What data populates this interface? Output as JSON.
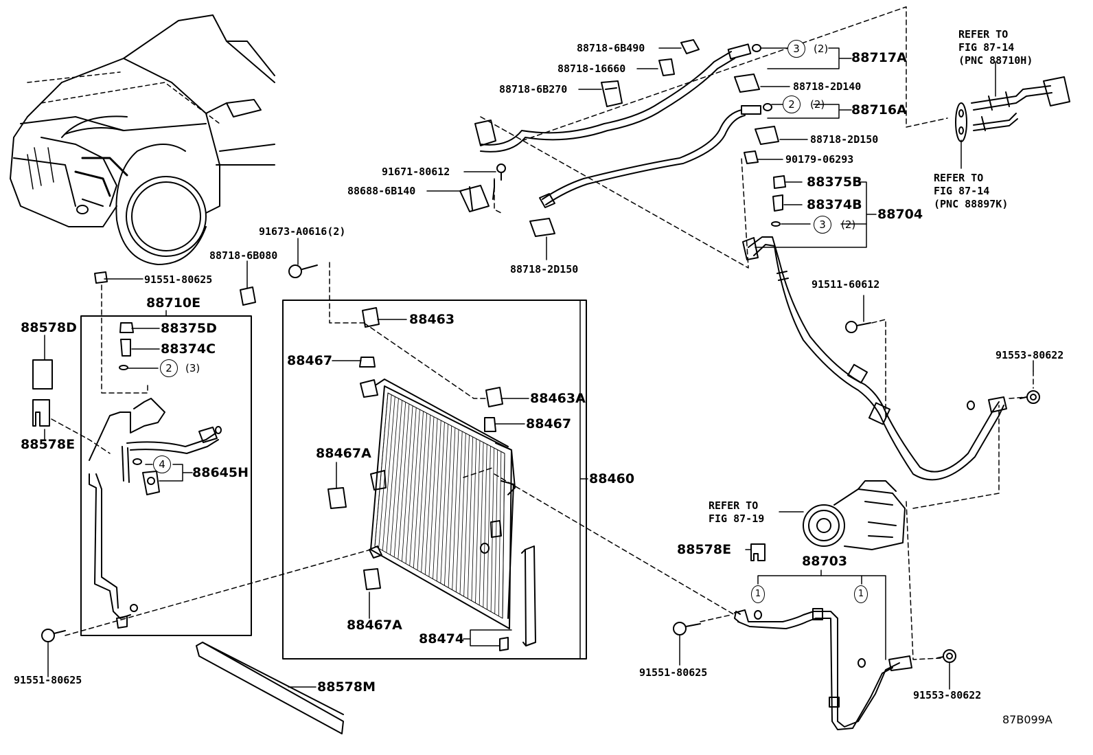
{
  "diagram_code": "87B099A",
  "parts": {
    "p88718_6B490": "88718-6B490",
    "p88718_16660": "88718-16660",
    "p88718_6B270": "88718-6B270",
    "p88717A": "88717A",
    "p88718_2D140": "88718-2D140",
    "p88716A": "88716A",
    "p88718_2D150_top": "88718-2D150",
    "p90179_06293": "90179-06293",
    "p88375B": "88375B",
    "p88374B": "88374B",
    "p88704": "88704",
    "p91671_80612": "91671-80612",
    "p88688_6B140": "88688-6B140",
    "p88718_2D150_mid": "88718-2D150",
    "p91673_A0616": "91673-A0616(2)",
    "p88718_6B080": "88718-6B080",
    "p91551_80625_top": "91551-80625",
    "p88710E": "88710E",
    "p88578D": "88578D",
    "p88375D": "88375D",
    "p88374C": "88374C",
    "p88578E": "88578E",
    "p88645H": "88645H",
    "p88463": "88463",
    "p88467_a": "88467",
    "p88463A": "88463A",
    "p88467_b": "88467",
    "p88467A_a": "88467A",
    "p88460": "88460",
    "p88467A_b": "88467A",
    "p88474": "88474",
    "p88578M": "88578M",
    "p91551_80625_left": "91551-80625",
    "p91511_60612": "91511-60612",
    "p91553_80622_top": "91553-80622",
    "p88578E_right": "88578E",
    "p88703": "88703",
    "p91551_80625_right": "91551-80625",
    "p91553_80622_bottom": "91553-80622"
  },
  "notes": {
    "refer_top": "REFER TO\nFIG 87-14\n(PNC 88710H)",
    "refer_mid": "REFER TO\nFIG 87-14\n(PNC 88897K)",
    "refer_comp": "REFER TO\nFIG 87-19"
  },
  "markers": {
    "m3a": "3",
    "q3a": "(2)",
    "m2a": "2",
    "q2a": "(2)",
    "m3b": "3",
    "q3b": "(2)",
    "m2b": "2",
    "q2b": "(3)",
    "m4": "4",
    "m1a": "1",
    "m1b": "1"
  }
}
